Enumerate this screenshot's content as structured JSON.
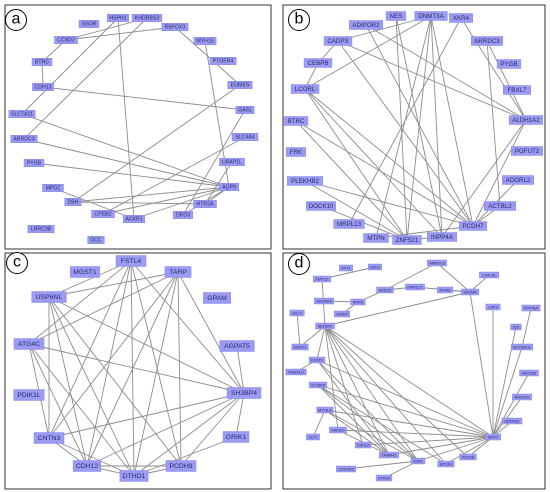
{
  "panels": [
    {
      "letter": "a",
      "nodes": [
        {
          "id": "SGOR",
          "label": "SGOR"
        },
        {
          "id": "HSPH1",
          "label": "HSPH1"
        },
        {
          "id": "KHDRBS3",
          "label": "KHDRBS3"
        },
        {
          "id": "RBFOX3",
          "label": "RBFOX3"
        },
        {
          "id": "CCND2",
          "label": "CCND2"
        },
        {
          "id": "MYH15",
          "label": "MYH15"
        },
        {
          "id": "BTRC",
          "label": "BTRC"
        },
        {
          "id": "PTGER4",
          "label": "PTGER4"
        },
        {
          "id": "CDH13",
          "label": "CDH13"
        },
        {
          "id": "EOMES",
          "label": "EOMES"
        },
        {
          "id": "GAS1",
          "label": "GAS1"
        },
        {
          "id": "SLC7A11",
          "label": "SLC7A11"
        },
        {
          "id": "SLC4A4",
          "label": "SLC4A4"
        },
        {
          "id": "ARRDC3",
          "label": "ARRDC3"
        },
        {
          "id": "UBAP1L",
          "label": "UBAP1L"
        },
        {
          "id": "PYGB",
          "label": "PYGB"
        },
        {
          "id": "AQP9",
          "label": "AQP9"
        },
        {
          "id": "MPDZ",
          "label": "MPDZ"
        },
        {
          "id": "HTR2A",
          "label": "HTR2A"
        },
        {
          "id": "DBH",
          "label": "DBH"
        },
        {
          "id": "DRD3",
          "label": "DRD3"
        },
        {
          "id": "LRRC3B",
          "label": "LRRC3B"
        },
        {
          "id": "CPEB2",
          "label": "CPEB2"
        },
        {
          "id": "ACKR1",
          "label": "ACKR1"
        },
        {
          "id": "DCC",
          "label": "DCC"
        }
      ],
      "edges": [
        [
          "CCND2",
          "BTRC"
        ],
        [
          "CCND2",
          "RBFOX3"
        ],
        [
          "CCND2",
          "KHDRBS3"
        ],
        [
          "BTRC",
          "CDH13"
        ],
        [
          "HSPH1",
          "SLC7A11"
        ],
        [
          "HSPH1",
          "ACKR1"
        ],
        [
          "KHDRBS3",
          "ARRDC3"
        ],
        [
          "RBFOX3",
          "EOMES"
        ],
        [
          "CDH13",
          "GAS1"
        ],
        [
          "SLC7A11",
          "AQP9"
        ],
        [
          "PYGB",
          "AQP9"
        ],
        [
          "ARRDC3",
          "AQP9"
        ],
        [
          "EOMES",
          "DBH"
        ],
        [
          "GAS1",
          "DRD3"
        ],
        [
          "MYH15",
          "AQP9"
        ],
        [
          "AQP9",
          "DBH"
        ],
        [
          "AQP9",
          "CPEB2"
        ],
        [
          "AQP9",
          "ACKR1"
        ],
        [
          "AQP9",
          "DRD3"
        ],
        [
          "AQP9",
          "HTR2A"
        ],
        [
          "UBAP1L",
          "HTR2A"
        ],
        [
          "MPDZ",
          "ACKR1"
        ],
        [
          "SLC4A4",
          "CPEB2"
        ],
        [
          "HTR2A",
          "DBH"
        ]
      ]
    },
    {
      "letter": "b",
      "nodes": [
        {
          "id": "NES",
          "label": "NES"
        },
        {
          "id": "DNMT3A",
          "label": "DNMT3A"
        },
        {
          "id": "XKR4",
          "label": "XKR4"
        },
        {
          "id": "ADIPOR2",
          "label": "ADIPOR2"
        },
        {
          "id": "CADPS",
          "label": "CADPS"
        },
        {
          "id": "ARRDC3",
          "label": "ARRDC3"
        },
        {
          "id": "CEBPB",
          "label": "CEBPB"
        },
        {
          "id": "PYGB",
          "label": "PYGB"
        },
        {
          "id": "FBXL7",
          "label": "FBXL7"
        },
        {
          "id": "LCORL",
          "label": "LCORL"
        },
        {
          "id": "ALDH1A2",
          "label": "ALDH1A2"
        },
        {
          "id": "BTRC",
          "label": "BTRC"
        },
        {
          "id": "POFUT2",
          "label": "POFUT2"
        },
        {
          "id": "FRK",
          "label": "FRK"
        },
        {
          "id": "ADGRL2",
          "label": "ADGRL2"
        },
        {
          "id": "PLEKHB2",
          "label": "PLEKHB2"
        },
        {
          "id": "ACTBL2",
          "label": "ACTBL2"
        },
        {
          "id": "DOCK10",
          "label": "DOCK10"
        },
        {
          "id": "PCDH7",
          "label": "PCDH7"
        },
        {
          "id": "MRPL13",
          "label": "MRPL13"
        },
        {
          "id": "INPP4A",
          "label": "INPP4A"
        },
        {
          "id": "MTPN",
          "label": "MTPN"
        },
        {
          "id": "ZNF521",
          "label": "ZNF521"
        }
      ],
      "edges": [
        [
          "NES",
          "ZNF521"
        ],
        [
          "NES",
          "INPP4A"
        ],
        [
          "DNMT3A",
          "CADPS"
        ],
        [
          "DNMT3A",
          "INPP4A"
        ],
        [
          "DNMT3A",
          "PCDH7"
        ],
        [
          "DNMT3A",
          "ZNF521"
        ],
        [
          "DNMT3A",
          "LCORL"
        ],
        [
          "DNMT3A",
          "MTPN"
        ],
        [
          "XKR4",
          "MRPL13"
        ],
        [
          "XKR4",
          "ALDH1A2"
        ],
        [
          "ADIPOR2",
          "PCDH7"
        ],
        [
          "ADIPOR2",
          "ALDH1A2"
        ],
        [
          "CADPS",
          "ALDH1A2"
        ],
        [
          "CADPS",
          "CEBPB"
        ],
        [
          "CADPS",
          "PCDH7"
        ],
        [
          "ARRDC3",
          "ALDH1A2"
        ],
        [
          "ARRDC3",
          "ACTBL2"
        ],
        [
          "CEBPB",
          "LCORL"
        ],
        [
          "LCORL",
          "PCDH7"
        ],
        [
          "LCORL",
          "INPP4A"
        ],
        [
          "LCORL",
          "ZNF521"
        ],
        [
          "BTRC",
          "ZNF521"
        ],
        [
          "BTRC",
          "PCDH7"
        ],
        [
          "PLEKHB2",
          "ZNF521"
        ],
        [
          "PLEKHB2",
          "PCDH7"
        ],
        [
          "DOCK10",
          "ZNF521"
        ],
        [
          "ALDH1A2",
          "PCDH7"
        ],
        [
          "ALDH1A2",
          "INPP4A"
        ],
        [
          "ADGRL2",
          "PCDH7"
        ],
        [
          "ACTBL2",
          "PCDH7"
        ],
        [
          "ZNF521",
          "INPP4A"
        ],
        [
          "MTPN",
          "PCDH7"
        ]
      ]
    },
    {
      "letter": "c",
      "nodes": [
        {
          "id": "FSTL4",
          "label": "FSTL4"
        },
        {
          "id": "MGST1",
          "label": "MGST1"
        },
        {
          "id": "TARP",
          "label": "TARP"
        },
        {
          "id": "USP6NL",
          "label": "USP6NL"
        },
        {
          "id": "GPAM",
          "label": "GPAM"
        },
        {
          "id": "ATG4C",
          "label": "ATG4C"
        },
        {
          "id": "AGPAT5",
          "label": "AGPAT5"
        },
        {
          "id": "SH3BP4",
          "label": "SH3BP4"
        },
        {
          "id": "PDIK1L",
          "label": "PDIK1L"
        },
        {
          "id": "GRIK1",
          "label": "GRIK1"
        },
        {
          "id": "CNTN3",
          "label": "CNTN3"
        },
        {
          "id": "CDH12",
          "label": "CDH12"
        },
        {
          "id": "PCDH9",
          "label": "PCDH9"
        },
        {
          "id": "DTHD1",
          "label": "DTHD1"
        }
      ],
      "edges": [
        [
          "FSTL4",
          "USP6NL"
        ],
        [
          "FSTL4",
          "ATG4C"
        ],
        [
          "FSTL4",
          "CNTN3"
        ],
        [
          "FSTL4",
          "CDH12"
        ],
        [
          "FSTL4",
          "DTHD1"
        ],
        [
          "FSTL4",
          "PCDH9"
        ],
        [
          "FSTL4",
          "SH3BP4"
        ],
        [
          "TARP",
          "USP6NL"
        ],
        [
          "TARP",
          "ATG4C"
        ],
        [
          "TARP",
          "CNTN3"
        ],
        [
          "TARP",
          "CDH12"
        ],
        [
          "TARP",
          "DTHD1"
        ],
        [
          "TARP",
          "PCDH9"
        ],
        [
          "TARP",
          "SH3BP4"
        ],
        [
          "USP6NL",
          "CNTN3"
        ],
        [
          "USP6NL",
          "CDH12"
        ],
        [
          "USP6NL",
          "DTHD1"
        ],
        [
          "USP6NL",
          "PCDH9"
        ],
        [
          "USP6NL",
          "SH3BP4"
        ],
        [
          "ATG4C",
          "CNTN3"
        ],
        [
          "ATG4C",
          "CDH12"
        ],
        [
          "ATG4C",
          "DTHD1"
        ],
        [
          "ATG4C",
          "SH3BP4"
        ],
        [
          "SH3BP4",
          "CNTN3"
        ],
        [
          "SH3BP4",
          "CDH12"
        ],
        [
          "SH3BP4",
          "DTHD1"
        ],
        [
          "SH3BP4",
          "GRIK1"
        ],
        [
          "SH3BP4",
          "PCDH9"
        ],
        [
          "AGPAT5",
          "SH3BP4"
        ],
        [
          "CNTN3",
          "CDH12"
        ],
        [
          "CNTN3",
          "DTHD1"
        ],
        [
          "CDH12",
          "DTHD1"
        ],
        [
          "GRIK1",
          "DTHD1"
        ],
        [
          "PCDH9",
          "DTHD1"
        ],
        [
          "CDH12",
          "PCDH9"
        ]
      ]
    },
    {
      "letter": "d",
      "nodes": [
        {
          "id": "ARRDC3",
          "label": "ARRDC3"
        },
        {
          "id": "SYT1",
          "label": "SYT1"
        },
        {
          "id": "DSG1",
          "label": "DSG1"
        },
        {
          "id": "LGALSL",
          "label": "LGALSL"
        },
        {
          "id": "TMTC2",
          "label": "TMTC2"
        },
        {
          "id": "USE2G",
          "label": "USE2G"
        },
        {
          "id": "MAP1LC",
          "label": "MAP1LC"
        },
        {
          "id": "PDIA6",
          "label": "PDIA6"
        },
        {
          "id": "SHSMR",
          "label": "SHSMR"
        },
        {
          "id": "ADGRB3",
          "label": "ADGRB3"
        },
        {
          "id": "PRKN",
          "label": "PRKN"
        },
        {
          "id": "LRP2",
          "label": "LRP2"
        },
        {
          "id": "PITPNA",
          "label": "PITPNA"
        },
        {
          "id": "GRID2",
          "label": "GRID2"
        },
        {
          "id": "GCLC",
          "label": "GCLC"
        },
        {
          "id": "NEUE03",
          "label": "NEUE03"
        },
        {
          "id": "IQC",
          "label": "IQC"
        },
        {
          "id": "SLC38A11",
          "label": "SLC38A11"
        },
        {
          "id": "MGST1",
          "label": "MGST1"
        },
        {
          "id": "VAC28D",
          "label": "VAC28D"
        },
        {
          "id": "FOXP1",
          "label": "FOXP1"
        },
        {
          "id": "TMEM117",
          "label": "TMEM117"
        },
        {
          "id": "RASSF6",
          "label": "RASSF6"
        },
        {
          "id": "ST18P5",
          "label": "ST18P5"
        },
        {
          "id": "SEMA3E",
          "label": "SEMA3E"
        },
        {
          "id": "MYO1G",
          "label": "MYO1G"
        },
        {
          "id": "SIRF2",
          "label": "SIRF2"
        },
        {
          "id": "MRG20",
          "label": "MRG20"
        },
        {
          "id": "SLF1",
          "label": "SLF1"
        },
        {
          "id": "CDH17",
          "label": "CDH17"
        },
        {
          "id": "TAMM41",
          "label": "TAMM41"
        },
        {
          "id": "PEX2B",
          "label": "PEX2B"
        },
        {
          "id": "E2F8",
          "label": "E2F8"
        },
        {
          "id": "MTUS1",
          "label": "MTUS1"
        },
        {
          "id": "CDKSH2",
          "label": "CDKSH2"
        },
        {
          "id": "HTR1A",
          "label": "HTR1A"
        }
      ],
      "edges": [
        [
          "ARRDC3",
          "USE2G"
        ],
        [
          "ARRDC3",
          "SHSMR"
        ],
        [
          "DSG1",
          "TMTC2"
        ],
        [
          "TMTC2",
          "NEUE03"
        ],
        [
          "USE2G",
          "PRKN"
        ],
        [
          "USE2G",
          "MAP1LC"
        ],
        [
          "MAP1LC",
          "SHSMR"
        ],
        [
          "PDIA6",
          "SHSMR"
        ],
        [
          "SHSMR",
          "SIRF2"
        ],
        [
          "SHSMR",
          "NEUE03"
        ],
        [
          "LGALSL",
          "SHSMR"
        ],
        [
          "PRKN",
          "GRID2"
        ],
        [
          "ADGRB3",
          "PRKN"
        ],
        [
          "LRP2",
          "SIRF2"
        ],
        [
          "PITPNA",
          "SLC38A11"
        ],
        [
          "IQC",
          "SIRF2"
        ],
        [
          "SLC38A11",
          "SIRF2"
        ],
        [
          "VAC28D",
          "SIRF2"
        ],
        [
          "RASSF6",
          "SIRF2"
        ],
        [
          "SEMA3E",
          "SIRF2"
        ],
        [
          "NEUE03",
          "SIRF2"
        ],
        [
          "NEUE03",
          "E2F8"
        ],
        [
          "NEUE03",
          "TAMM41"
        ],
        [
          "NEUE03",
          "MTUS1"
        ],
        [
          "NEUE03",
          "CDH17"
        ],
        [
          "NEUE03",
          "PEX2B"
        ],
        [
          "NEUE03",
          "FOXP1"
        ],
        [
          "NEUE03",
          "MRG20"
        ],
        [
          "FOXP1",
          "SIRF2"
        ],
        [
          "FOXP1",
          "E2F8"
        ],
        [
          "FOXP1",
          "TAMM41"
        ],
        [
          "ST18P5",
          "E2F8"
        ],
        [
          "ST18P5",
          "SIRF2"
        ],
        [
          "ST18P5",
          "TAMM41"
        ],
        [
          "ST18P5",
          "MTUS1"
        ],
        [
          "MYO1G",
          "E2F8"
        ],
        [
          "MYO1G",
          "TAMM41"
        ],
        [
          "MYO1G",
          "SIRF2"
        ],
        [
          "MRG20",
          "TAMM41"
        ],
        [
          "MRG20",
          "SIRF2"
        ],
        [
          "CDH17",
          "SIRF2"
        ],
        [
          "E2F8",
          "SIRF2"
        ],
        [
          "TAMM41",
          "SIRF2"
        ],
        [
          "PEX2B",
          "SIRF2"
        ],
        [
          "MTUS1",
          "SIRF2"
        ],
        [
          "E2F8",
          "CDKSH2"
        ],
        [
          "E2F8",
          "HTR1A"
        ],
        [
          "MGST1",
          "NEUE03"
        ],
        [
          "GCLC",
          "MGST1"
        ],
        [
          "TMEM117",
          "FOXP1"
        ],
        [
          "SLF1",
          "MYO1G"
        ]
      ]
    }
  ]
}
